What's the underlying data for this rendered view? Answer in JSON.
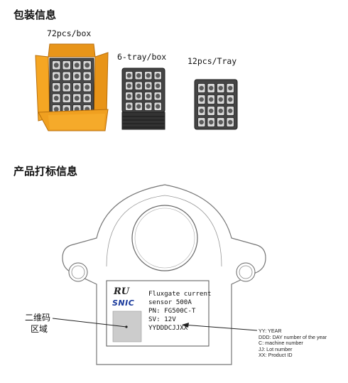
{
  "sections": {
    "packaging_title": "包装信息",
    "marking_title": "产品打标信息"
  },
  "packaging": {
    "box_label": "72pcs/box",
    "six_tray_label": "6-tray/box",
    "tray_label": "12pcs/Tray"
  },
  "product_label": {
    "logo_mark": "RU",
    "brand": "SNIC",
    "line1": "Fluxgate current",
    "line2": "sensor 500A",
    "pn": "PN: FG500C-T",
    "sv": "SV: 12V",
    "code": "YYDDDCJJXX"
  },
  "qr_area": {
    "line1": "二维码",
    "line2": "区域"
  },
  "code_legend": [
    "YY: YEAR",
    "DDD: DAY number of the year",
    "C: machine number",
    "JJ: Lot number",
    "XX: Product ID"
  ],
  "colors": {
    "box_orange": "#f0a020",
    "tray_dark": "#3a3a3a",
    "brand_blue": "#1a3a9c"
  }
}
